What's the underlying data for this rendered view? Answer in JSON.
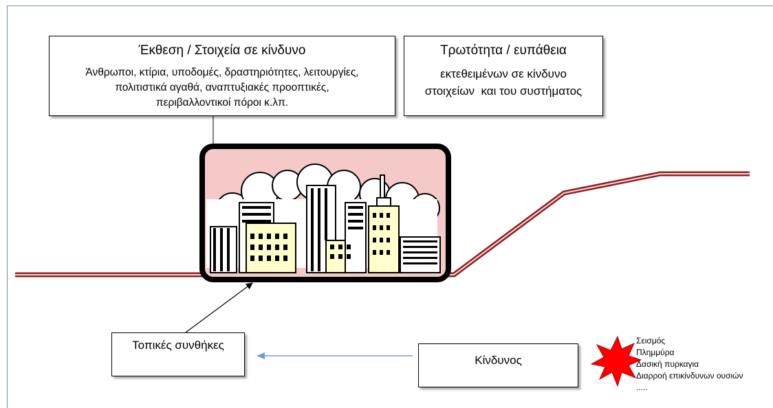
{
  "exposure": {
    "title": "Έκθεση / Στοιχεία σε κίνδυνο",
    "lines": [
      "Άνθρωποι, κτίρια, υποδομές, δραστηριότητες, λειτουργίες,",
      "πολιτιστικά αγαθά, αναπτυξιακές προοπτικές,",
      "περιβαλλοντικοί πόροι κ.λπ."
    ]
  },
  "vulnerability": {
    "title": "Τρωτότητα / ευπάθεια",
    "lines": [
      "εκτεθειμένων σε κίνδυνο",
      "στοιχείων  και του συστήματος"
    ]
  },
  "local_conditions": {
    "label": "Τοπικές συνθήκες"
  },
  "hazard": {
    "label": "Κίνδυνος",
    "examples": [
      "Σεισμός",
      "Πλημμύρα",
      "Δασική πυρκαγια",
      "Διαρροή επικίνδυνων ουσιών",
      "....."
    ]
  },
  "colors": {
    "terrain_line": "#8b1a1a",
    "city_background": "#f6c9c9",
    "building_fill": "#ffffcc",
    "explosion": "#ff0000",
    "arrow_blue": "#6f9bd6"
  },
  "icons": {
    "city": "city-skyline-icon",
    "explosion": "explosion-icon"
  }
}
